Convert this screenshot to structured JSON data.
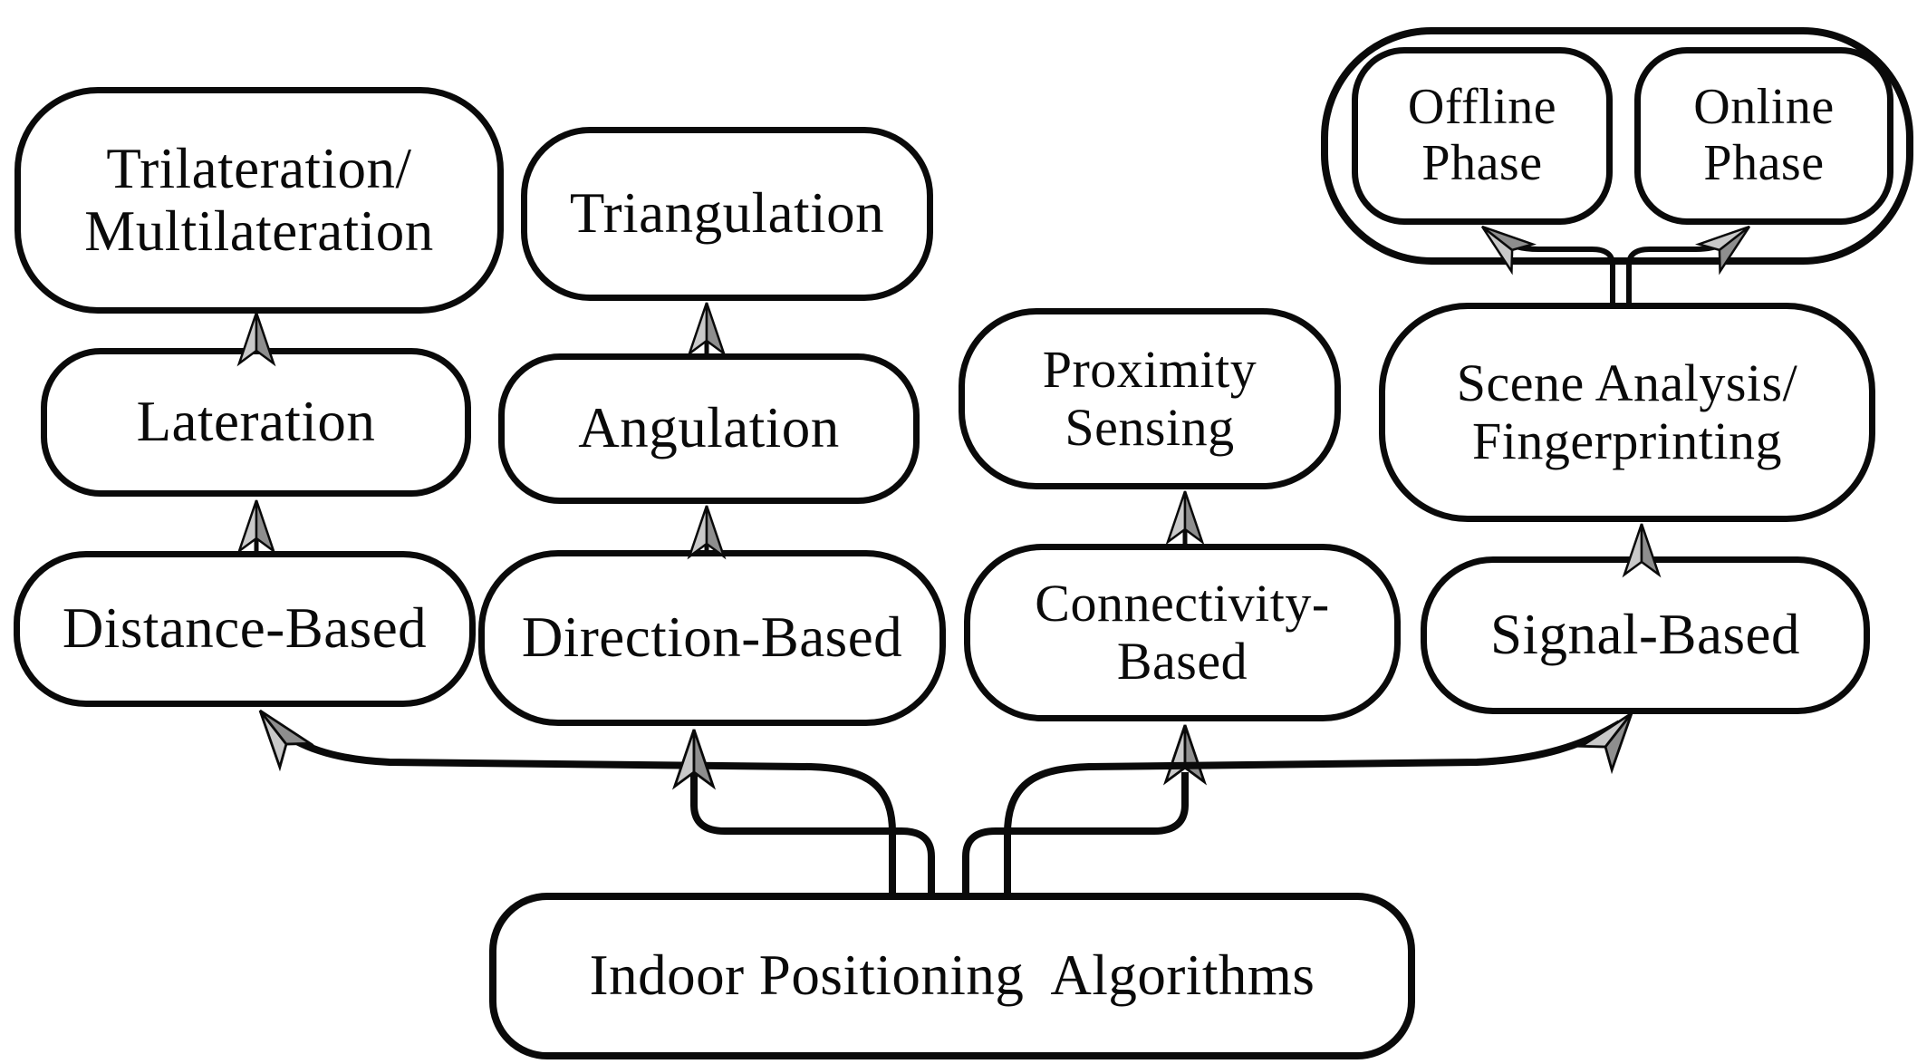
{
  "diagram": {
    "kind": "flowchart-taxonomy",
    "background_color": "#ffffff",
    "line_color": "#0a0a0a",
    "arrowhead_fill_light": "#c9c9c9",
    "arrowhead_fill_dark": "#8e8e8e"
  },
  "nodes": {
    "root": {
      "label": "Indoor Positioning  Algorithms"
    },
    "distance": {
      "label": "Distance-Based"
    },
    "direction": {
      "label": "Direction-Based"
    },
    "connectivity": {
      "line1": "Connectivity-",
      "line2": "Based"
    },
    "signal": {
      "label": "Signal-Based"
    },
    "lateration": {
      "label": "Lateration"
    },
    "angulation": {
      "label": "Angulation"
    },
    "proximity": {
      "line1": "Proximity",
      "line2": "Sensing"
    },
    "scene": {
      "line1": "Scene Analysis/",
      "line2": "Fingerprinting"
    },
    "trilateration": {
      "line1": "Trilateration/",
      "line2": "Multilateration"
    },
    "triangulation": {
      "label": "Triangulation"
    },
    "offline": {
      "line1": "Offline",
      "line2": "Phase"
    },
    "online": {
      "line1": "Online",
      "line2": "Phase"
    }
  },
  "edges": [
    {
      "from": "root",
      "to": "distance"
    },
    {
      "from": "root",
      "to": "direction"
    },
    {
      "from": "root",
      "to": "connectivity"
    },
    {
      "from": "root",
      "to": "signal"
    },
    {
      "from": "distance",
      "to": "lateration"
    },
    {
      "from": "lateration",
      "to": "trilateration"
    },
    {
      "from": "direction",
      "to": "angulation"
    },
    {
      "from": "angulation",
      "to": "triangulation"
    },
    {
      "from": "connectivity",
      "to": "proximity"
    },
    {
      "from": "signal",
      "to": "scene"
    },
    {
      "from": "scene",
      "to": "offline"
    },
    {
      "from": "scene",
      "to": "online"
    }
  ]
}
